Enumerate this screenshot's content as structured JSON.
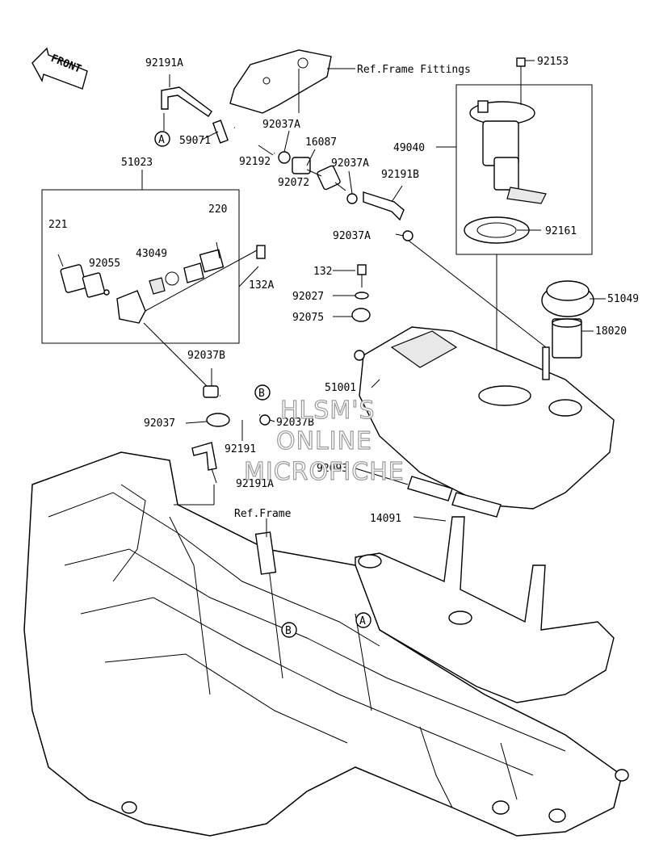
{
  "front_label": "FRONT",
  "labels": {
    "p92191A_top": "92191A",
    "ref_frame_fittings": "Ref.Frame Fittings",
    "p92153": "92153",
    "p92037A_1": "92037A",
    "p59071": "59071",
    "p16087": "16087",
    "p92037A_2": "92037A",
    "p49040": "49040",
    "p51023": "51023",
    "p92192": "92192",
    "p92191B": "92191B",
    "p92072": "92072",
    "p220": "220",
    "p221": "221",
    "p43049": "43049",
    "p92055": "92055",
    "p92037A_3": "92037A",
    "p92161": "92161",
    "p132": "132",
    "p132A": "132A",
    "p92027": "92027",
    "p51049": "51049",
    "p92075": "92075",
    "p18020": "18020",
    "p92037B_1": "92037B",
    "p51001": "51001",
    "p92037": "92037",
    "p92037B_2": "92037B",
    "p92191": "92191",
    "p92093": "92093",
    "p92191A_bot": "92191A",
    "ref_frame": "Ref.Frame",
    "p14091": "14091",
    "callout_A_top": "A",
    "callout_B_top": "B",
    "callout_A_bot": "A",
    "callout_B_bot": "B"
  },
  "watermark": {
    "line1": "HLSM'S",
    "line2": "ONLINE",
    "line3": "MICROFICHE"
  }
}
